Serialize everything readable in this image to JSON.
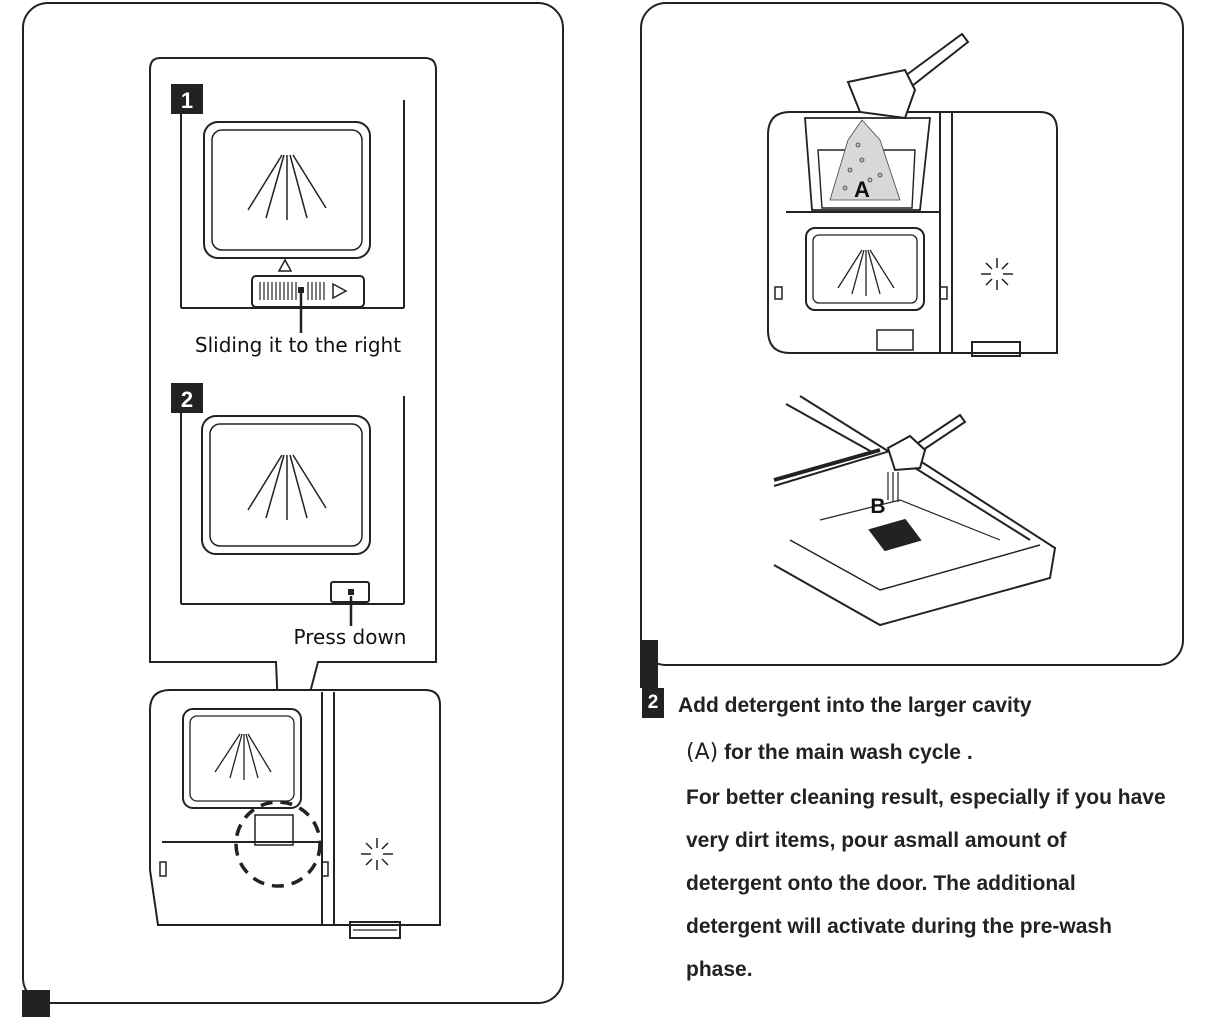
{
  "left_panel": {
    "step1_number": "1",
    "step1_caption": "Sliding it to the right",
    "step2_number": "2",
    "step2_caption": "Press down"
  },
  "right_panel": {
    "label_a": "A",
    "label_b": "B"
  },
  "instructions": {
    "step_number": "2",
    "line1": "Add detergent into the larger cavity",
    "line2_prefix": "(A)",
    "line2_rest": "for the main wash cycle .",
    "line3": "For better cleaning result, especially if you have",
    "line4": "very dirt items, pour asmall amount of",
    "line5": "detergent onto the  door. The additional",
    "line6": "detergent will activate during the pre-wash",
    "line7": "phase."
  }
}
